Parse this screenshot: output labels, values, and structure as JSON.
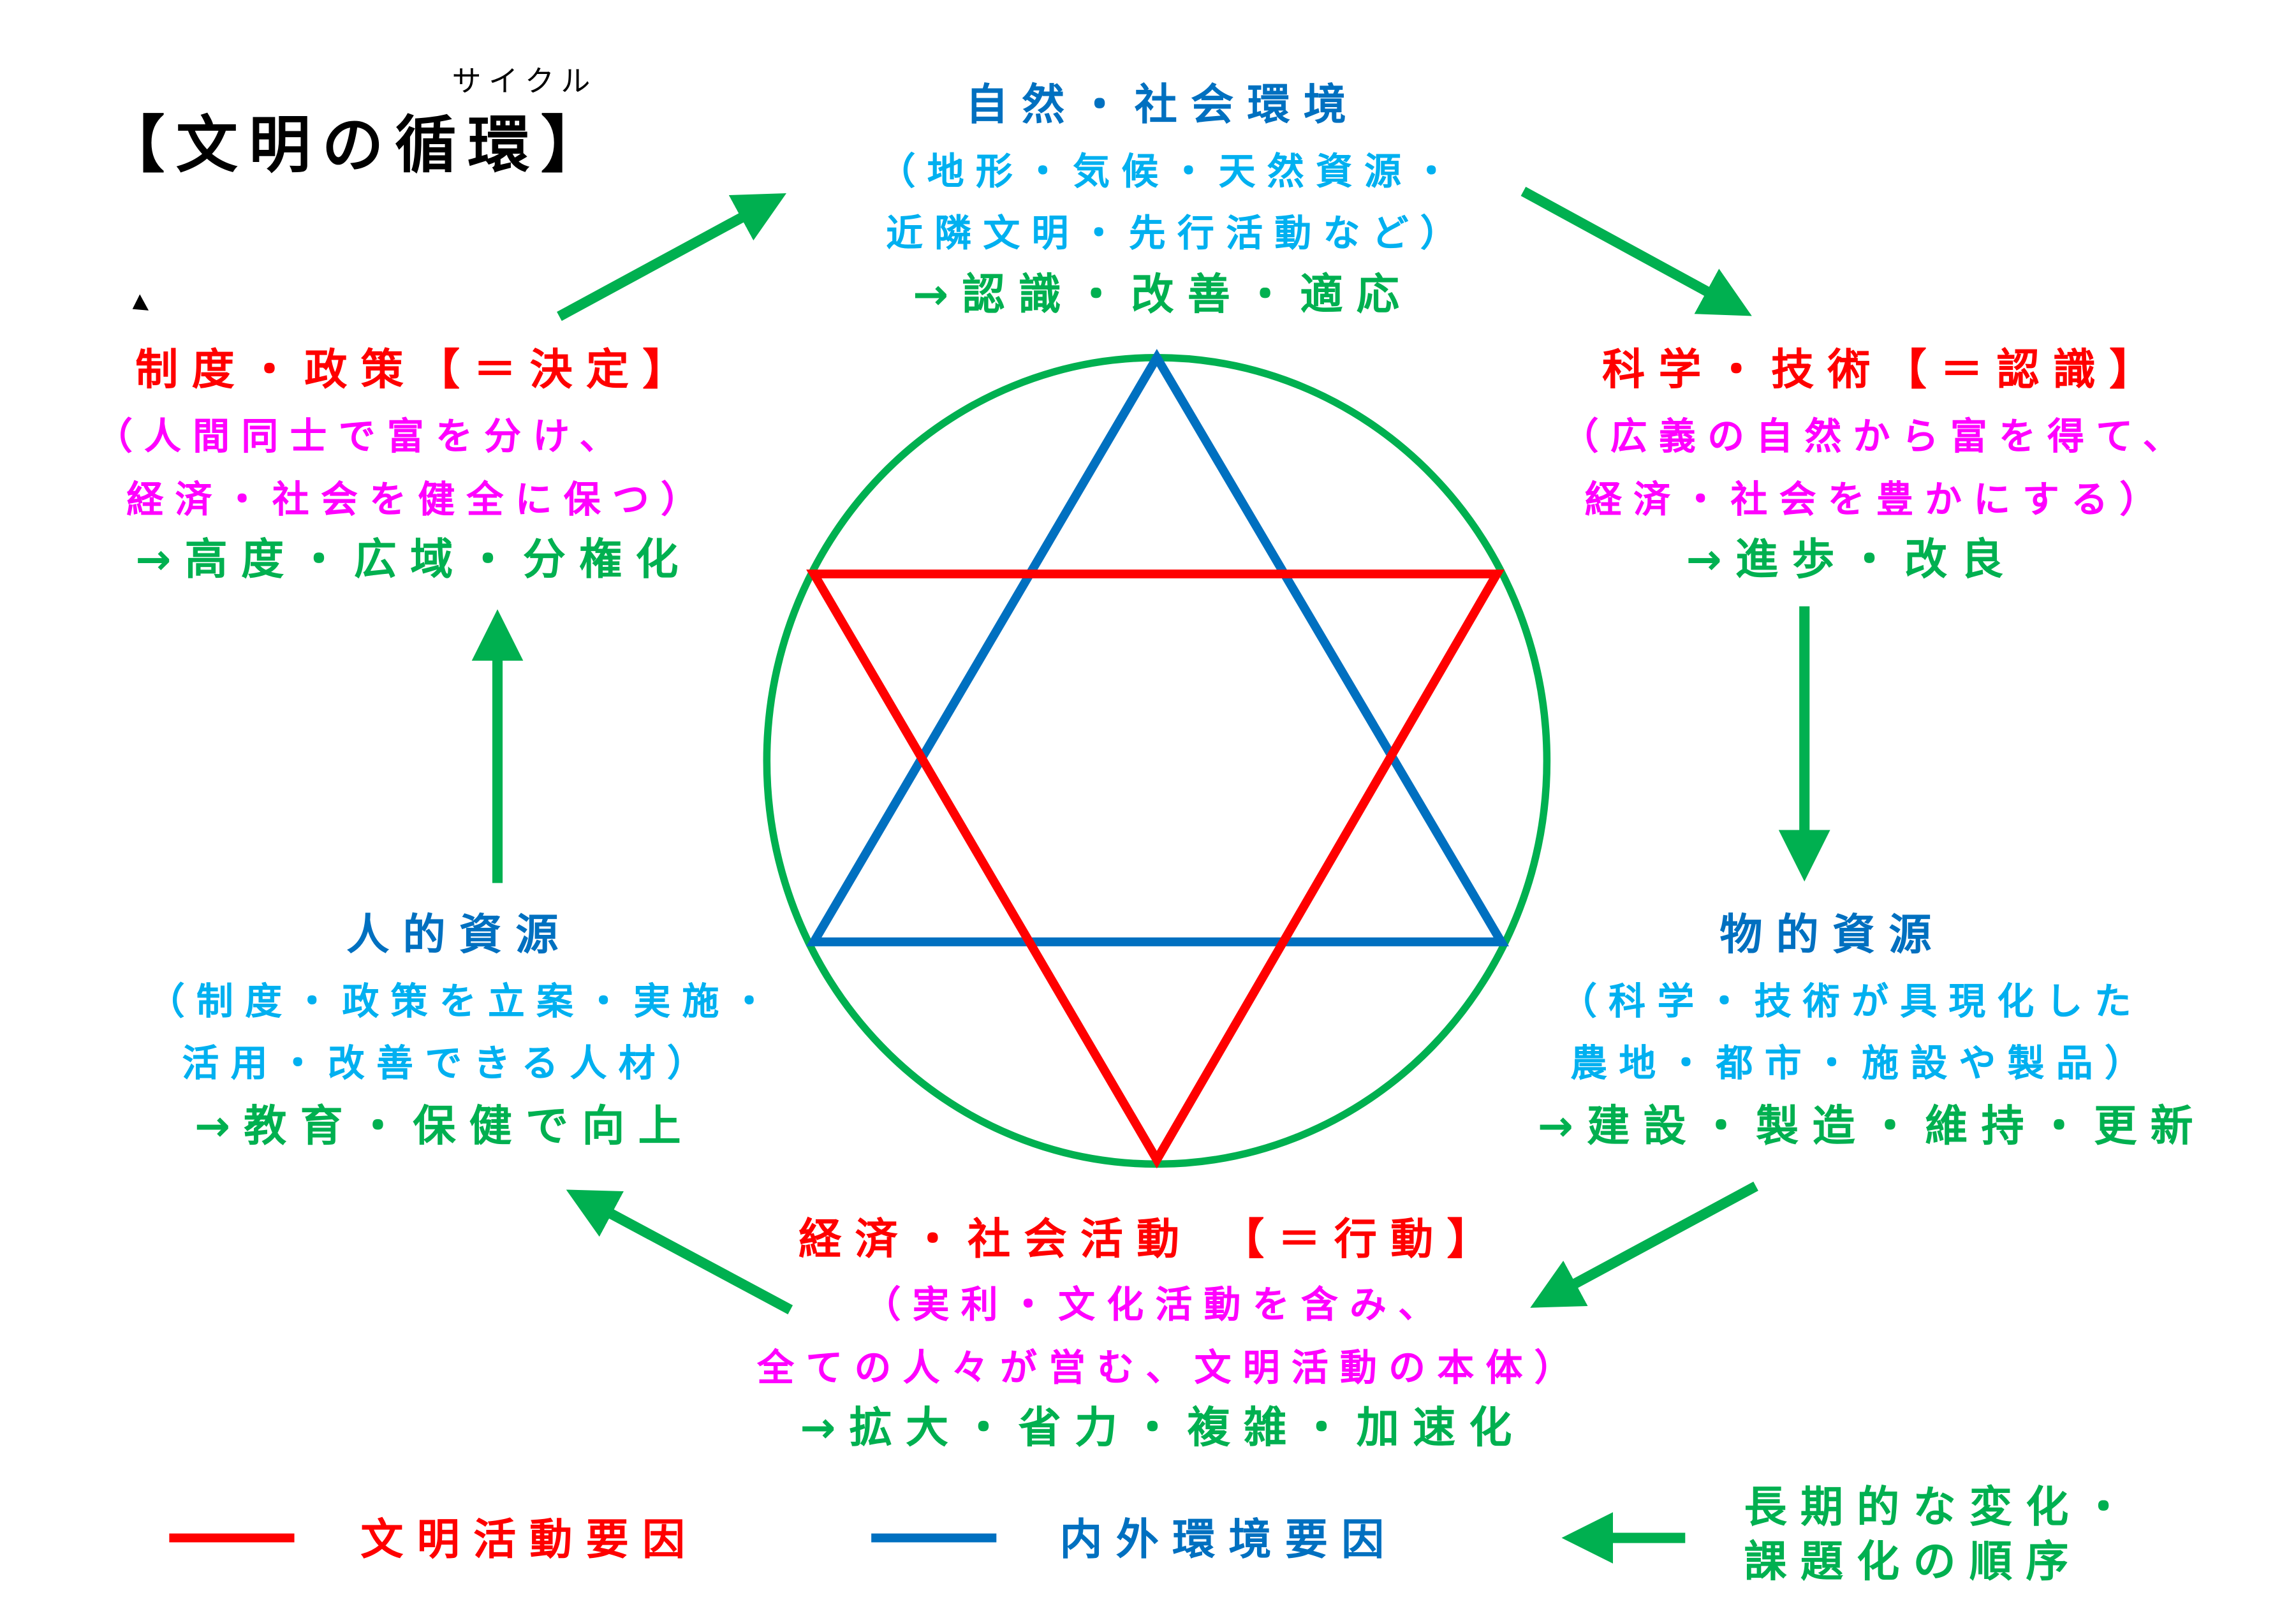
{
  "title": {
    "text": "【文明の循環】",
    "ruby": "サイクル"
  },
  "colors": {
    "civilization": "#FF0000",
    "environment": "#0070C0",
    "order": "#00B050",
    "note": "#FF00FF",
    "sub": "#00B0F0"
  },
  "nodes": {
    "nature": {
      "title": "自然・社会環境",
      "lines": [
        "（地形・気候・天然資源・",
        "近隣文明・先行活動など）"
      ],
      "effect": "→認識・改善・適応"
    },
    "science": {
      "title": "科学・技術【＝認識】",
      "lines": [
        "（広義の自然から富を得て、",
        "経済・社会を豊かにする）"
      ],
      "effect": "→進歩・改良"
    },
    "material": {
      "title": "物的資源",
      "lines": [
        "（科学・技術が具現化した",
        "農地・都市・施設や製品）"
      ],
      "effect": "→建設・製造・維持・更新"
    },
    "activity": {
      "title": "経済・社会活動 【＝行動】",
      "lines": [
        "（実利・文化活動を含み、",
        "全ての人々が営む、文明活動の本体）"
      ],
      "effect": "→拡大・省力・複雑・加速化"
    },
    "human": {
      "title": "人的資源",
      "lines": [
        "（制度・政策を立案・実施・",
        "活用・改善できる人材）"
      ],
      "effect": "→教育・保健で向上"
    },
    "policy": {
      "title": "制度・政策【＝決定】",
      "lines": [
        "（人間同士で富を分け、",
        "経済・社会を健全に保つ）"
      ],
      "effect": "→高度・広域・分権化"
    }
  },
  "legend": {
    "civilization": "文明活動要因",
    "environment": "内外環境要因",
    "order": [
      "長期的な変化・",
      "課題化の順序"
    ]
  }
}
